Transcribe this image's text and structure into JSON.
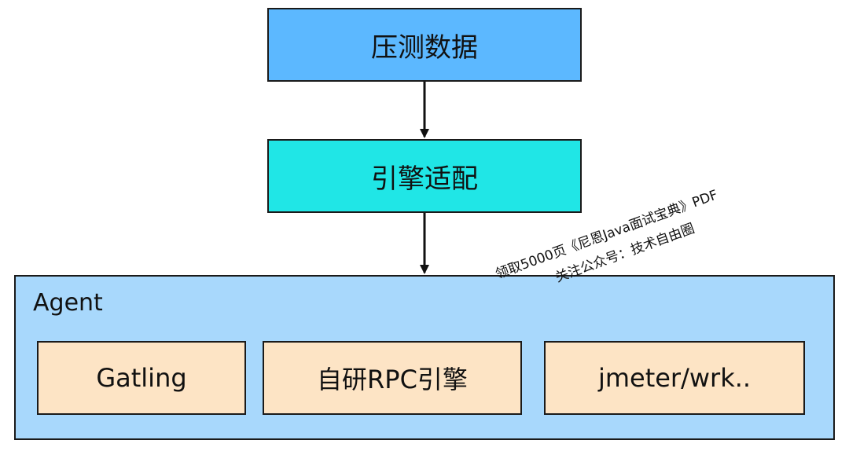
{
  "diagram": {
    "nodes": {
      "pressure_data": "压测数据",
      "engine_adapter": "引擎适配"
    },
    "agent": {
      "label": "Agent",
      "tools": [
        "Gatling",
        "自研RPC引擎",
        "jmeter/wrk.."
      ]
    },
    "edges": [
      {
        "from": "压测数据",
        "to": "引擎适配"
      },
      {
        "from": "引擎适配",
        "to": "Agent"
      }
    ]
  },
  "watermark": {
    "line1": "领取5000页《尼恩Java面试宝典》PDF",
    "line2": "关注公众号：技术自由圈"
  },
  "colors": {
    "pressure_fill": "#5cb8ff",
    "engine_fill": "#20e6e6",
    "agent_fill": "#a8d8fc",
    "tool_fill": "#fde4c5",
    "stroke": "#1a1a1a"
  }
}
